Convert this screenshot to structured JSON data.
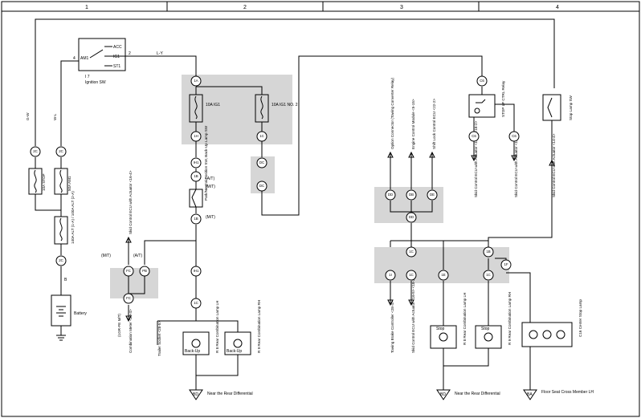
{
  "columns": [
    "1",
    "2",
    "3",
    "4"
  ],
  "ignition": {
    "terminals": [
      "ACC",
      "IG1",
      "ST1"
    ],
    "input_pin": "AM1",
    "pin_in": "4",
    "pin_out": "2",
    "code": "I 7",
    "name": "Ignition SW",
    "wire_out": "L-Y"
  },
  "fuses": {
    "stop": {
      "label": "10A STOP",
      "wire": "G-W"
    },
    "am1": {
      "label": "50A AM1",
      "wire": "W-L"
    },
    "main": {
      "label": "140A ALT (1-A) / 100A ALT (2-A)"
    },
    "ig1": {
      "label": "10A IG1"
    },
    "ig1no2": {
      "label": "10A IG1 NO. 2"
    }
  },
  "battery": {
    "name": "Battery",
    "wire": "B"
  },
  "connectors": {
    "j1a": "1A",
    "j1h": "1H",
    "j1b": "1B",
    "j1c": "1C",
    "jih": "IH1",
    "jdc1": "DC",
    "jdc2": "DC",
    "jfc": "FC",
    "jpb": "PB",
    "jdd": "DD",
    "jdb": "DB",
    "jde": "DE",
    "j1e": "1E",
    "j1f": "1F",
    "j1i": "1I",
    "j2c": "2C",
    "jc6": "C6"
  },
  "park_sw": {
    "code": "P 2",
    "name": "Park/Neutral Position SW, Back-Up Lamp SW",
    "at": "(A/T)",
    "mt": "(M/T)"
  },
  "stop_sw": {
    "code": "S10",
    "name": "Stop Lamp SW"
  },
  "relay": {
    "code": "S 9",
    "name": "STOP LP CTRL Relay"
  },
  "lamps": {
    "backup_lh": {
      "name": "R 8 Rear Combination Lamp LH",
      "label": "Back-Up"
    },
    "backup_rh": {
      "name": "R 9 Rear Combination Lamp RH",
      "label": "Back-Up"
    },
    "stop_lh": {
      "name": "R 8 Rear Combination Lamp LH",
      "label": "Stop"
    },
    "stop_rh": {
      "name": "R 9 Rear Combination Lamp RH",
      "label": "Stop"
    },
    "center": {
      "name": "C16 Center Stop Lamp"
    }
  },
  "grounds": [
    {
      "code": "BD",
      "label": "Near the Rear Differential"
    },
    {
      "code": "BD",
      "label": "Near the Rear Differential"
    },
    {
      "code": "BA",
      "label": "Floor Seat Cross Member LH"
    }
  ],
  "destinations": {
    "skid1": "Skid Control ECU with Actuator <16-4>",
    "combo": "Combination Meter <29-4>",
    "trailer": "Trailer Socket <28-5>",
    "towing": "Towing Brake Controller <28-4>",
    "skid2": "Skid Control ECU with Actuator <16-5> <18-2>",
    "skid3": "Skid Control ECU with Actuator <18-2>",
    "skid4": "Skid Control ECU with Actuator <14-4>",
    "engine": "Engine Control Module <5-15>",
    "shift": "Shift Lock Control ECU <22-2>",
    "option": "Option Connector (Towing Converter Relay)"
  },
  "notes": {
    "at": "(A/T)",
    "mt": "(M/T)",
    "mt2": "(1GR-FE M/T)"
  }
}
